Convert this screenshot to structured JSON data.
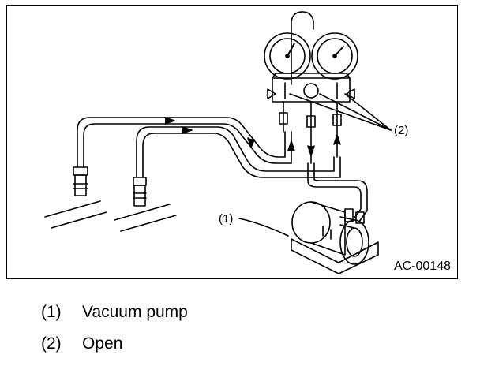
{
  "figure": {
    "id_label": "AC-00148",
    "callouts": [
      {
        "label": "(1)"
      },
      {
        "label": "(2)"
      }
    ]
  },
  "legend": [
    {
      "num": "(1)",
      "text": "Vacuum pump"
    },
    {
      "num": "(2)",
      "text": "Open"
    }
  ],
  "colors": {
    "line": "#000000",
    "background": "#ffffff"
  }
}
